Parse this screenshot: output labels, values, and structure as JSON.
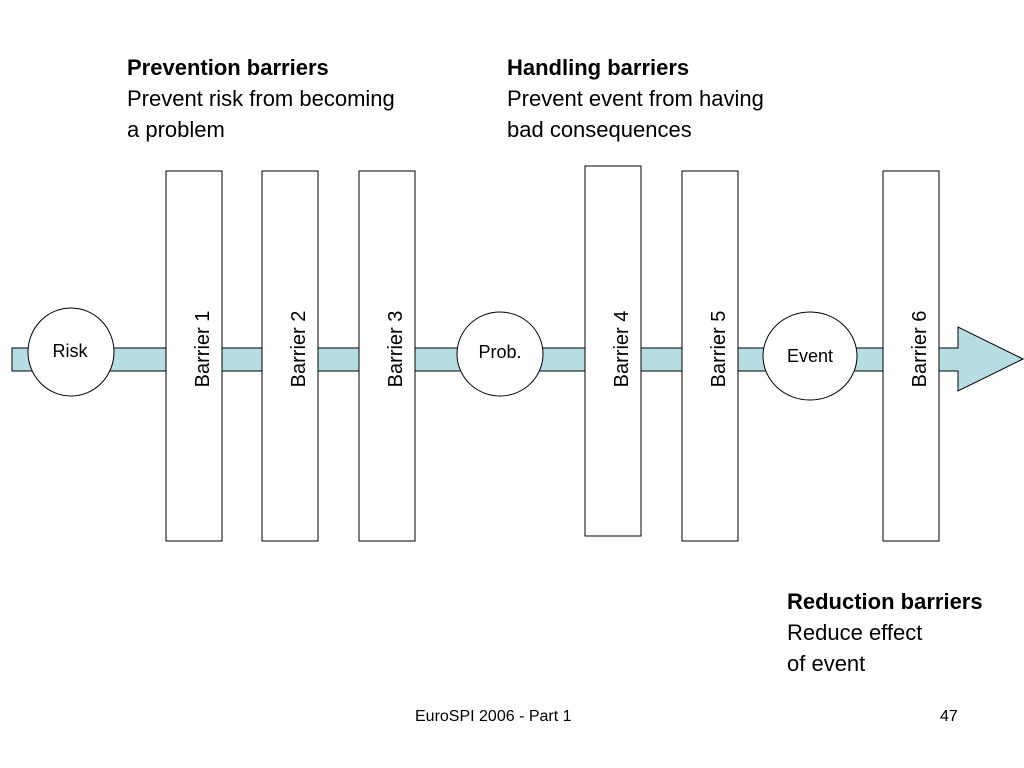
{
  "annotations": {
    "prevention": {
      "heading": "Prevention barriers",
      "lines": [
        "Prevent risk from becoming",
        "a problem"
      ]
    },
    "handling": {
      "heading": "Handling barriers",
      "lines": [
        "Prevent event from having",
        "bad consequences"
      ]
    },
    "reduction": {
      "heading": "Reduction barriers",
      "lines": [
        "Reduce effect",
        "of event"
      ]
    }
  },
  "states": [
    {
      "id": "risk",
      "label": "Risk"
    },
    {
      "id": "prob",
      "label": "Prob."
    },
    {
      "id": "event",
      "label": "Event"
    }
  ],
  "barriers": [
    {
      "id": "barrier-1",
      "label": "Barrier 1"
    },
    {
      "id": "barrier-2",
      "label": "Barrier 2"
    },
    {
      "id": "barrier-3",
      "label": "Barrier 3"
    },
    {
      "id": "barrier-4",
      "label": "Barrier 4"
    },
    {
      "id": "barrier-5",
      "label": "Barrier 5"
    },
    {
      "id": "barrier-6",
      "label": "Barrier 6"
    }
  ],
  "colors": {
    "arrow_fill": "#b6dde1",
    "stroke": "#000000",
    "box_fill": "#ffffff"
  },
  "footer": {
    "text": "EuroSPI 2006 - Part 1",
    "page_number": "47"
  }
}
